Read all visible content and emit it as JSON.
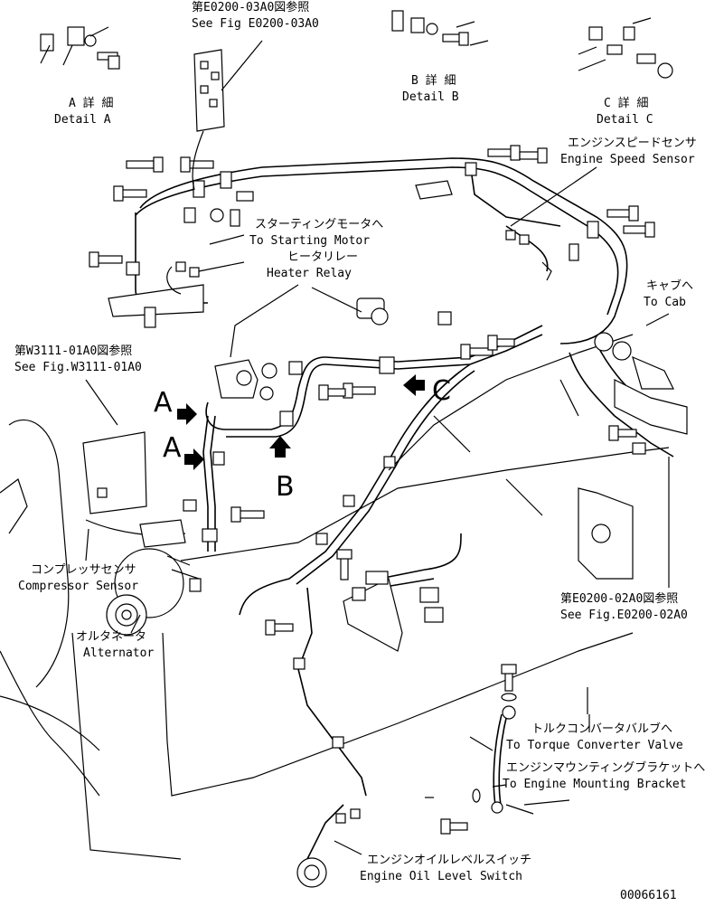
{
  "labels": {
    "detail_a_jp": "A 詳 細",
    "detail_a_en": "Detail A",
    "detail_b_jp": "B 詳 細",
    "detail_b_en": "Detail B",
    "detail_c_jp": "C 詳 細",
    "detail_c_en": "Detail C",
    "see_e0200_03a0_jp": "第E0200-03A0図参照",
    "see_e0200_03a0_en": "See Fig E0200-03A0",
    "engine_speed_sensor_jp": "エンジンスピードセンサ",
    "engine_speed_sensor_en": "Engine Speed Sensor",
    "starting_motor_jp": "スターティングモータへ",
    "starting_motor_en": "To Starting Motor",
    "heater_relay_jp": "ヒータリレー",
    "heater_relay_en": "Heater Relay",
    "to_cab_jp": "キャブへ",
    "to_cab_en": "To Cab",
    "see_w3111_jp": "第W3111-01A0図参照",
    "see_w3111_en": "See Fig.W3111-01A0",
    "compressor_sensor_jp": "コンプレッサセンサ",
    "compressor_sensor_en": "Compressor Sensor",
    "alternator_jp": "オルタネータ",
    "alternator_en": "Alternator",
    "see_e0200_02a0_jp": "第E0200-02A0図参照",
    "see_e0200_02a0_en": "See Fig.E0200-02A0",
    "torque_converter_jp": "トルクコンバータバルブへ",
    "torque_converter_en": "To Torque Converter Valve",
    "engine_mounting_jp": "エンジンマウンティングブラケットへ",
    "engine_mounting_en": "To Engine Mounting Bracket",
    "oil_level_jp": "エンジンオイルレベルスイッチ",
    "oil_level_en": "Engine Oil Level Switch",
    "view_a1": "A",
    "view_a2": "A",
    "view_b": "B",
    "view_c": "C",
    "drawing_number": "00066161"
  }
}
